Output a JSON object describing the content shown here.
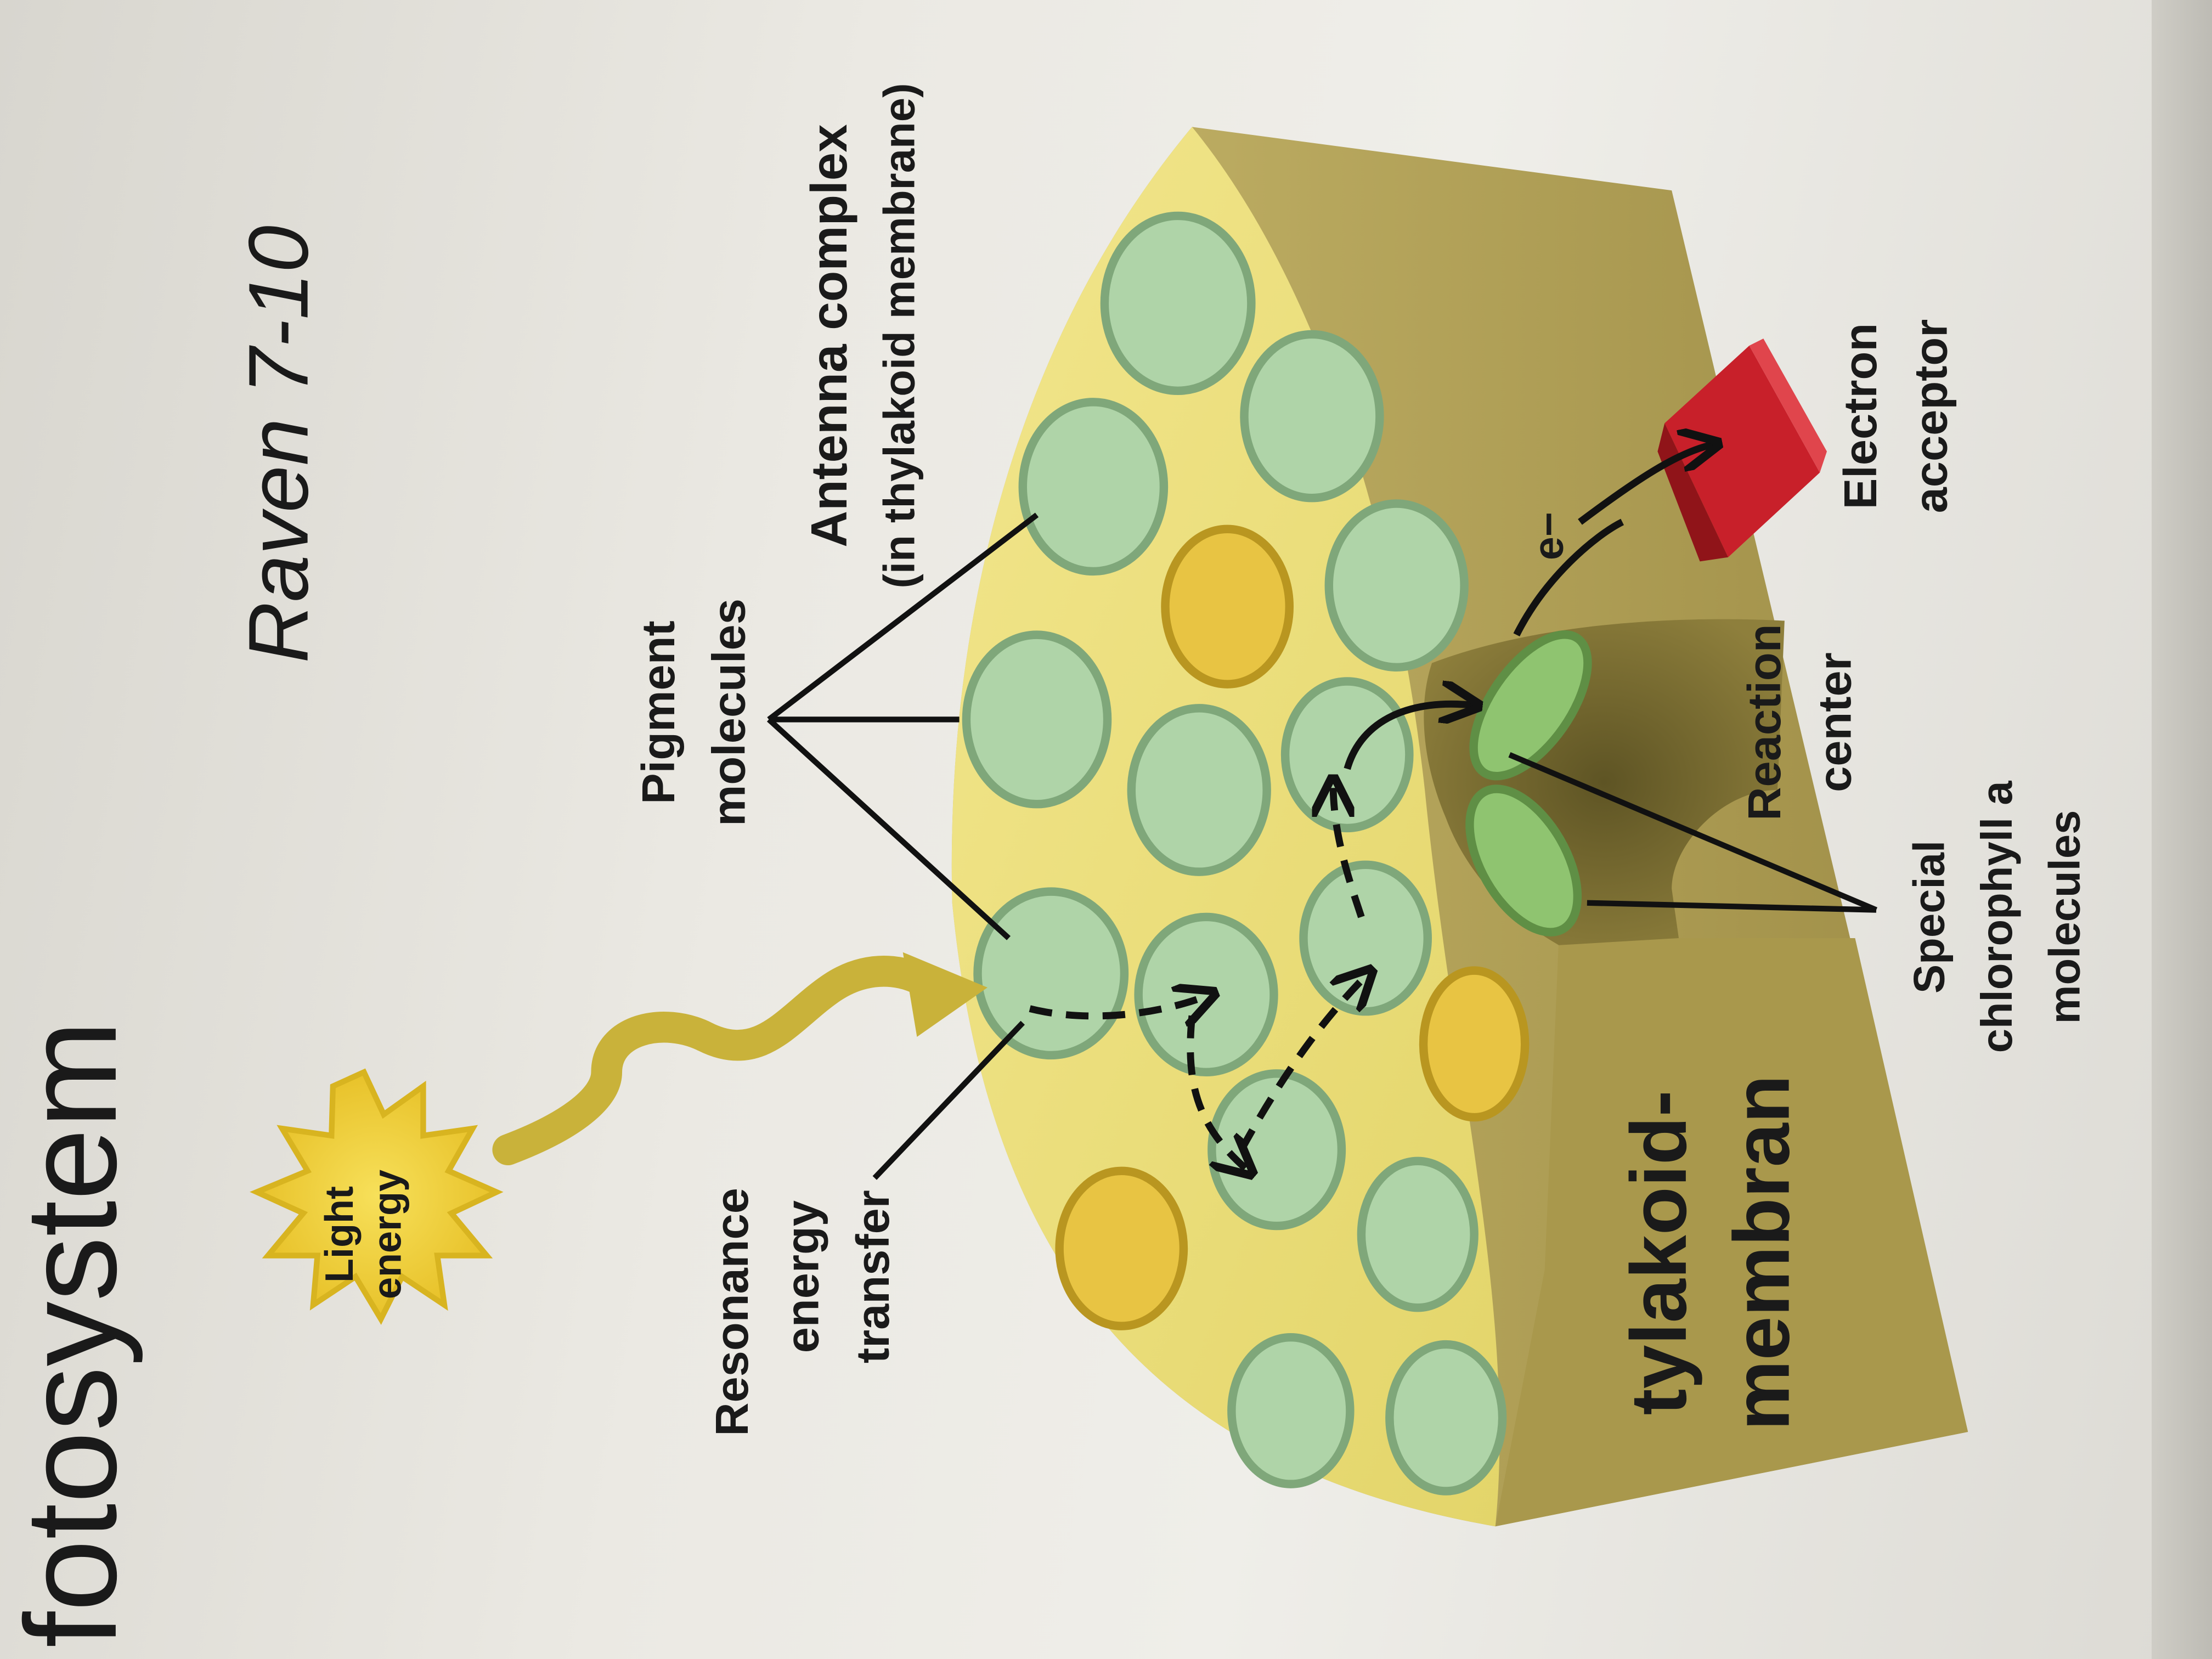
{
  "slide": {
    "title": "fotosystem",
    "reference": "Raven 7-10"
  },
  "figure": {
    "light_energy_line1": "Light",
    "light_energy_line2": "energy",
    "resonance_line1": "Resonance",
    "resonance_line2": "energy",
    "resonance_line3": "transfer",
    "pigment_line1": "Pigment",
    "pigment_line2": "molecules",
    "antenna_line1": "Antenna complex",
    "antenna_line2": "(in thylakoid membrane)",
    "electron_symbol": "e−",
    "electron_acceptor_line1": "Electron",
    "electron_acceptor_line2": "acceptor",
    "reaction_center_line1": "Reaction",
    "reaction_center_line2": "center",
    "special_line1": "Special",
    "special_line2": "chlorophyll a",
    "special_line3": "molecules",
    "membrane_line1": "tylakoid-",
    "membrane_line2": "membran"
  },
  "colors": {
    "membrane_top": "#ecdf7a",
    "membrane_side": "#b3a25a",
    "pigment_green": "#aed4a8",
    "pigment_yellow": "#e9c543",
    "special_chlorophyll": "#8fc470",
    "electron_acceptor": "#c8202a",
    "light_burst": "#f0d030"
  }
}
